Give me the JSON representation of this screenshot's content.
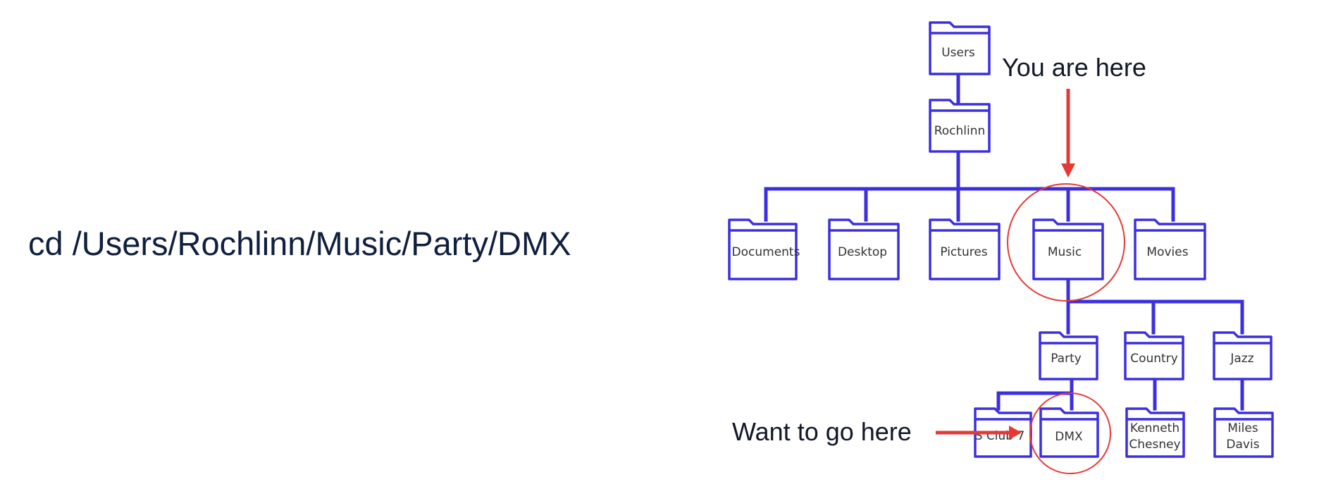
{
  "command": "cd /Users/Rochlinn/Music/Party/DMX",
  "annotations": {
    "you_are_here": "You are here",
    "want_to_go_here": "Want to go here"
  },
  "colors": {
    "tree": "#3b2fe0",
    "highlight": "#e53935",
    "text": "#0f1f3d"
  },
  "folders": {
    "users": "Users",
    "rochlinn": "Rochlinn",
    "documents": "Documents",
    "desktop": "Desktop",
    "pictures": "Pictures",
    "music": "Music",
    "movies": "Movies",
    "party": "Party",
    "country": "Country",
    "jazz": "Jazz",
    "sclub7": "S Club 7",
    "dmx": "DMX",
    "kenneth_chesney": [
      "Kenneth",
      "Chesney"
    ],
    "miles_davis": [
      "Miles",
      "Davis"
    ]
  }
}
